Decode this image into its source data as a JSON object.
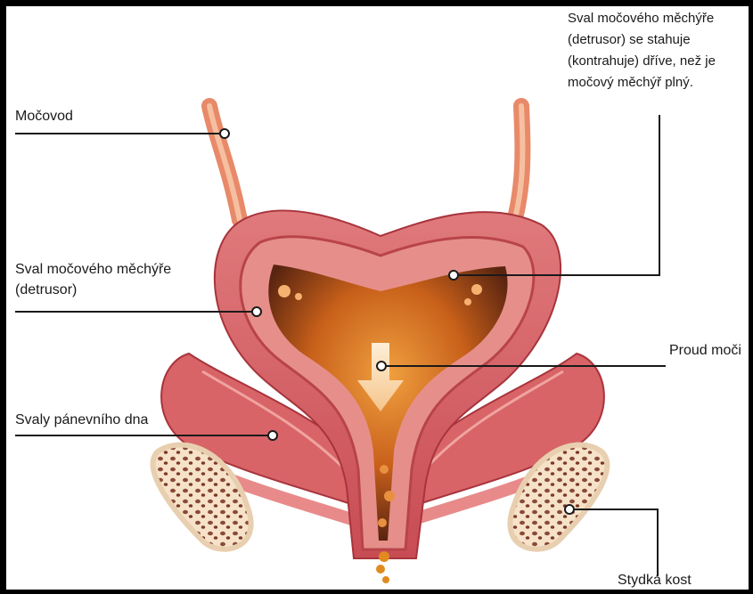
{
  "labels": {
    "ureter": "Močovod",
    "detrusor": [
      "Sval močového měchýře",
      "(detrusor)"
    ],
    "pelvic_floor": "Svaly pánevního dna",
    "detrusor_contracts": [
      "Sval močového měchýře",
      "(detrusor) se stahuje",
      "(kontrahuje) dříve, než je",
      "močový měchýř plný."
    ],
    "urine_flow": "Proud moči",
    "pubic_bone": "Stydká kost"
  },
  "colors": {
    "frame": "#000000",
    "muscle": "#d86468",
    "muscle_light": "#f0a4a0",
    "muscle_dark": "#a8343c",
    "urine": "#c8601a",
    "bone": "#f6e2c8",
    "leader": "#1a1a1a"
  }
}
